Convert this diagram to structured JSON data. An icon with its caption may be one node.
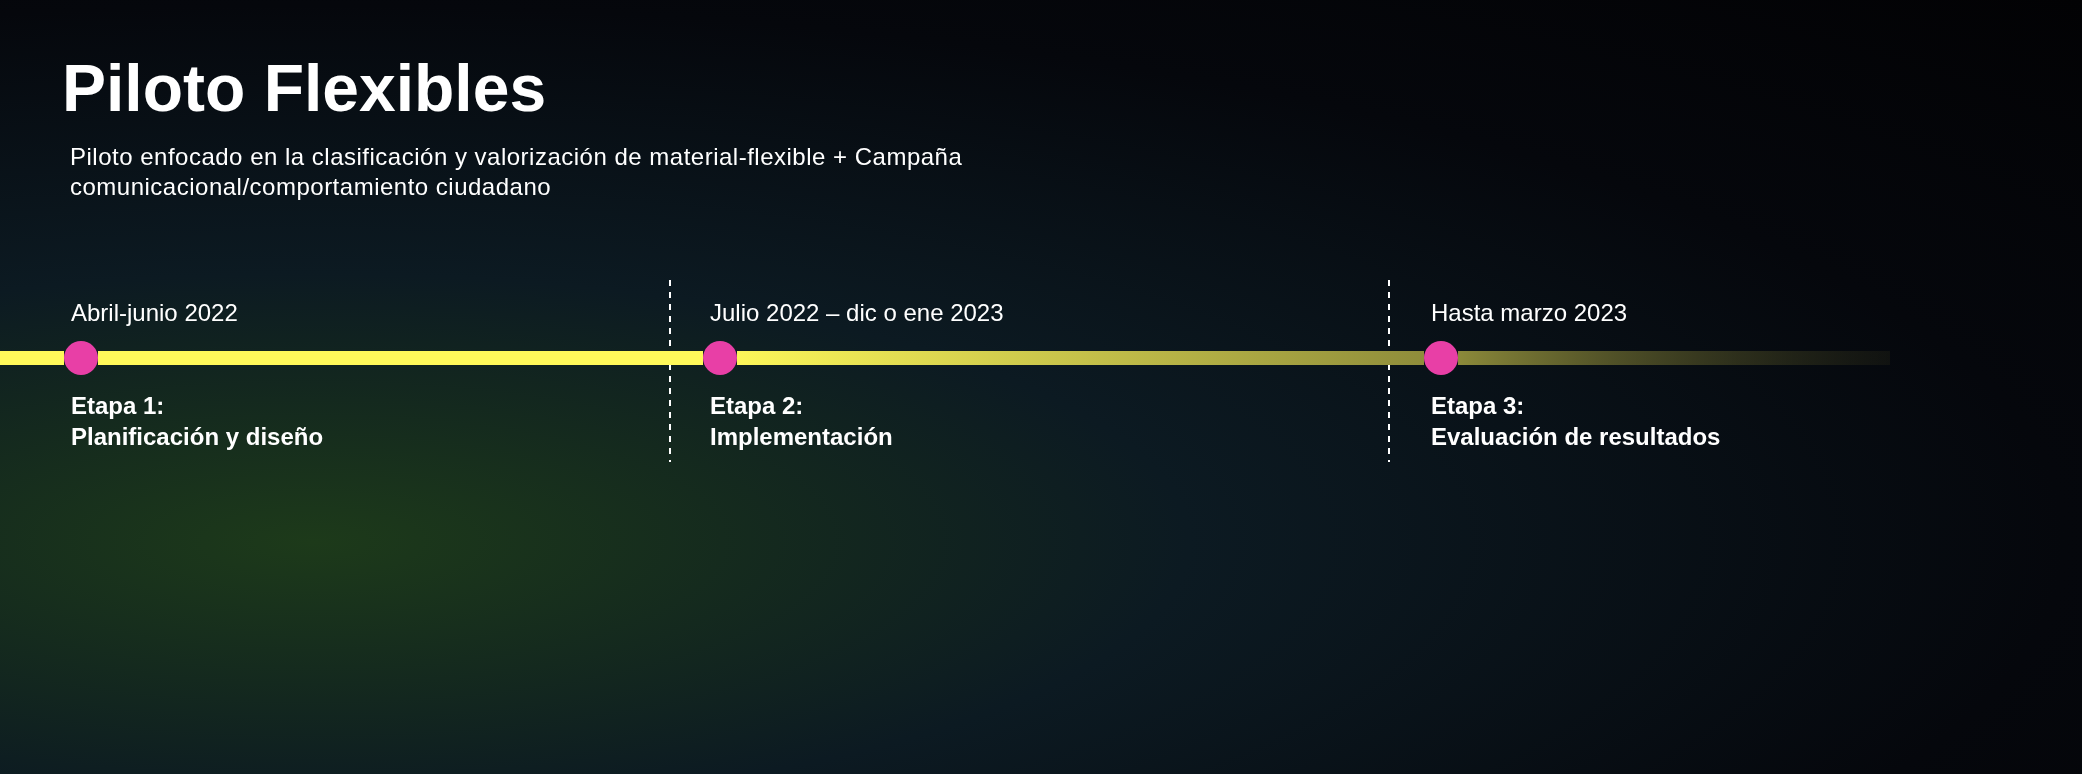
{
  "diagram": {
    "title": "Piloto Flexibles",
    "nodes": [
      {
        "text": [],
        "shape": "circle",
        "beside": [
          "Abril-junio 2022",
          "Etapa 1: Planificación y diseño"
        ]
      },
      {
        "text": [],
        "shape": "circle",
        "beside": [
          "Julio 2022 – dic o ene 2023",
          "Etapa 2: Implementación"
        ]
      },
      {
        "text": [],
        "shape": "circle",
        "beside": [
          "Hasta marzo 2023",
          "Etapa 3: Evaluación de resultados"
        ]
      }
    ],
    "edges": [
      {
        "from": 0,
        "to": 1,
        "arrow": "none"
      },
      {
        "from": 1,
        "to": 2,
        "arrow": "none"
      }
    ],
    "labels": [
      "Piloto enfocado en la clasificación y valorización de material-flexible + Campaña comunicacional/comportamiento ciudadano"
    ]
  }
}
